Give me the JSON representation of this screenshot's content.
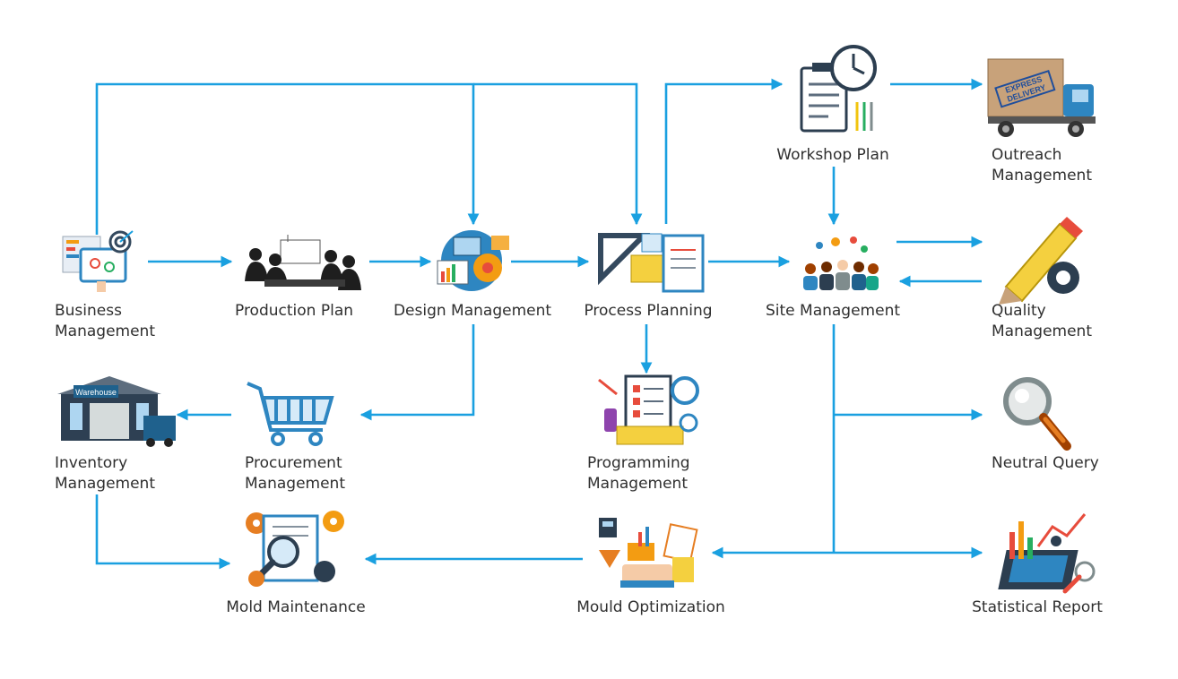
{
  "colors": {
    "arrow": "#1aa0e0",
    "text": "#2f2f2f"
  },
  "nodes": {
    "business_management": {
      "line1": "Business",
      "line2": "Management",
      "icon": "dashboard-target-icon"
    },
    "production_plan": {
      "line1": "Production Plan",
      "icon": "meeting-icon"
    },
    "design_management": {
      "line1": "Design Management",
      "icon": "design-gears-icon"
    },
    "process_planning": {
      "line1": "Process Planning",
      "icon": "drafting-documents-icon"
    },
    "workshop_plan": {
      "line1": "Workshop Plan",
      "icon": "clipboard-clock-icon"
    },
    "outreach_management": {
      "line1": "Outreach",
      "line2": "Management",
      "icon": "delivery-truck-icon",
      "truck_text": "EXPRESS DELIVERY"
    },
    "site_management": {
      "line1": "Site Management",
      "icon": "team-gears-icon"
    },
    "quality_management": {
      "line1": "Quality",
      "line2": "Management",
      "icon": "pencil-gear-icon"
    },
    "inventory_management": {
      "line1": "Inventory",
      "line2": "Management",
      "icon": "warehouse-icon",
      "sign": "Warehouse"
    },
    "procurement_management": {
      "line1": "Procurement",
      "line2": "Management",
      "icon": "shopping-cart-icon"
    },
    "programming_management": {
      "line1": "Programming",
      "line2": "Management",
      "icon": "checklist-monitor-icon"
    },
    "neutral_query": {
      "line1": "Neutral Query",
      "icon": "magnifier-icon"
    },
    "mold_maintenance": {
      "line1": "Mold Maintenance",
      "icon": "monitor-magnifier-icon"
    },
    "mould_optimization": {
      "line1": "Mould Optimization",
      "icon": "desk-workspace-icon"
    },
    "statistical_report": {
      "line1": "Statistical Report",
      "icon": "report-charts-icon"
    }
  }
}
